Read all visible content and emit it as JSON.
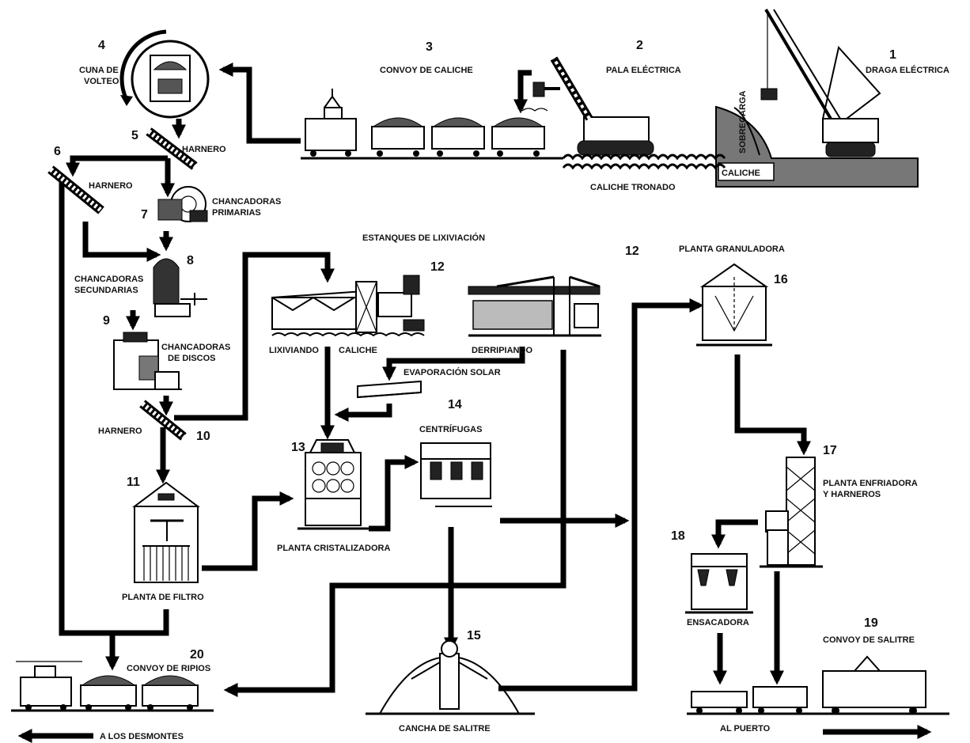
{
  "stages": {
    "s1": {
      "num": "1",
      "label": "DRAGA ELÉCTRICA"
    },
    "s2": {
      "num": "2",
      "label": "PALA ELÉCTRICA"
    },
    "s3": {
      "num": "3",
      "label": "CONVOY DE CALICHE"
    },
    "s4": {
      "num": "4",
      "label1": "CUNA DE",
      "label2": "VOLTEO"
    },
    "s5": {
      "num": "5",
      "label": "HARNERO"
    },
    "s6": {
      "num": "6",
      "label": "HARNERO"
    },
    "s7": {
      "num": "7",
      "label1": "CHANCADORAS",
      "label2": "PRIMARIAS"
    },
    "s8": {
      "num": "8",
      "label1": "CHANCADORAS",
      "label2": "SECUNDARIAS"
    },
    "s9": {
      "num": "9",
      "label1": "CHANCADORAS",
      "label2": "DE DISCOS"
    },
    "s10": {
      "num": "10",
      "label": "HARNERO"
    },
    "s11": {
      "num": "11",
      "label": "PLANTA DE FILTRO"
    },
    "s12a": {
      "num": "12",
      "title": "ESTANQUES DE LIXIVIACIÓN",
      "label1": "LIXIVIANDO",
      "label2": "CALICHE"
    },
    "s12b": {
      "num": "12",
      "label": "DERRIPIANDO"
    },
    "s13": {
      "num": "13",
      "label": "PLANTA CRISTALIZADORA"
    },
    "s14": {
      "num": "14",
      "label": "CENTRÍFUGAS"
    },
    "s15": {
      "num": "15",
      "label": "CANCHA DE SALITRE"
    },
    "s16": {
      "num": "16",
      "label": "PLANTA GRANULADORA"
    },
    "s17": {
      "num": "17",
      "label1": "PLANTA ENFRIADORA",
      "label2": "Y HARNEROS"
    },
    "s18": {
      "num": "18",
      "label": "ENSACADORA"
    },
    "s19": {
      "num": "19",
      "label": "CONVOY DE SALITRE"
    },
    "s20": {
      "num": "20",
      "label": "CONVOY DE RIPIOS"
    }
  },
  "other_labels": {
    "sobrecarga": "SOBRECARGA",
    "caliche": "CALICHE",
    "caliche_tronado": "CALICHE TRONADO",
    "evaporacion": "EVAPORACIÓN SOLAR",
    "al_puerto": "AL PUERTO",
    "desmontes": "A LOS DESMONTES"
  }
}
